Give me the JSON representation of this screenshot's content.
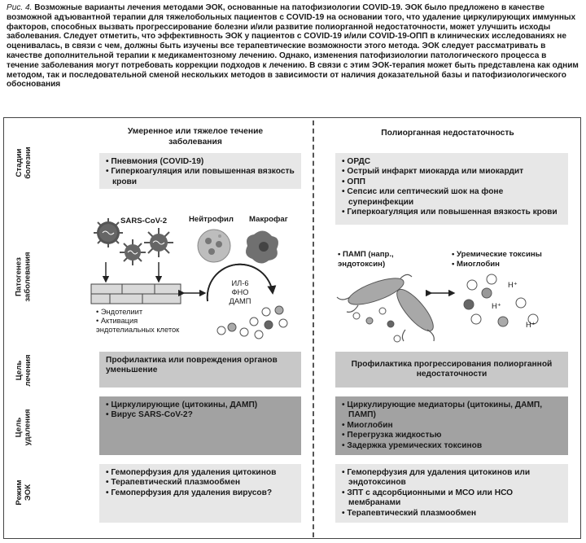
{
  "caption": {
    "label": "Рис. 4.",
    "text": "Возможные варианты лечения методами ЭОК, основанные на патофизиологии COVID-19. ЭОК было предложено в качестве возможной адъювантной терапии для тяжелобольных пациентов с COVID-19 на основании того, что удаление циркулирующих иммунных факторов, способных вызвать прогрессирование болезни и/или развитие полиорганной недостаточности, может улучшить исходы заболевания. Следует отметить, что эффективность ЭОК у пациентов с COVID-19 и/или COVID-19-ОПП в клинических исследованиях не оценивалась, в связи с чем, должны быть изучены все терапевтические возможности этого метода. ЭОК следует рассматривать в качестве дополнительной терапии к медикаментозному лечению. Однако, изменения патофизиологии патологического процесса в течение заболевания могут потребовать коррекции подходов к лечению. В связи с этим ЭОК-терапия может быть представлена как одним методом, так и последовательной сменой нескольких методов в зависимости от наличия доказательной базы и патофизиологического обоснования"
  },
  "rows": {
    "stage": "Стадии болезни",
    "pathogenesis": "Патогенез заболевания",
    "goal": "Цель лечения",
    "target": "Цель удаления",
    "mode": "Режим ЭОК"
  },
  "left": {
    "header": "Умеренное или тяжелое течение заболевания",
    "stage_items": [
      "Пневмония (COVID-19)",
      "Гиперкоагуляция или повышенная вязкость крови"
    ],
    "virus_label": "SARS-CoV-2",
    "neutrophil_label": "Нейтрофил",
    "macrophage_label": "Макрофаг",
    "cycle_lines": [
      "ИЛ-6",
      "ФНО",
      "ДАМП"
    ],
    "endo_lines": [
      "• Эндотелиит",
      "• Активация",
      "эндотелиальных клеток"
    ],
    "goal": "Профилактика или повреждения органов уменьшение",
    "target_items": [
      "Циркулирующие (цитокины, ДАМП)",
      "Вирус SARS-CoV-2?"
    ],
    "mode_items": [
      "Гемоперфузия для удаления цитокинов",
      "Терапевтический плазмообмен",
      "Гемоперфузия для удаления вирусов?"
    ]
  },
  "right": {
    "header": "Полиорганная недостаточность",
    "stage_items": [
      "ОРДС",
      "Острый инфаркт миокарда или миокардит",
      "ОПП",
      "Сепсис или септический шок на фоне суперинфекции",
      "Гиперкоагуляция или повышенная вязкость крови"
    ],
    "pamp_label": "• ПАМП (напр., эндотоксин)",
    "toxins_items": [
      "• Уремические токсины",
      "• Миоглобин"
    ],
    "h_label": "H⁺",
    "goal": "Профилактика прогрессирования полиорганной недостаточности",
    "target_items": [
      "Циркулирующие медиаторы (цитокины, ДАМП, ПАМП)",
      "Миоглобин",
      "Перегрузка жидкостью",
      "Задержка уремических токсинов"
    ],
    "mode_items": [
      "Гемоперфузия для удаления цитокинов или эндотоксинов",
      "ЗПТ с адсорбционными и МСО или НСО мембранами",
      "Терапевтический плазмообмен"
    ]
  },
  "colors": {
    "box_light": "#e7e7e7",
    "box_mid": "#c8c8c8",
    "box_dark": "#a2a2a2"
  }
}
